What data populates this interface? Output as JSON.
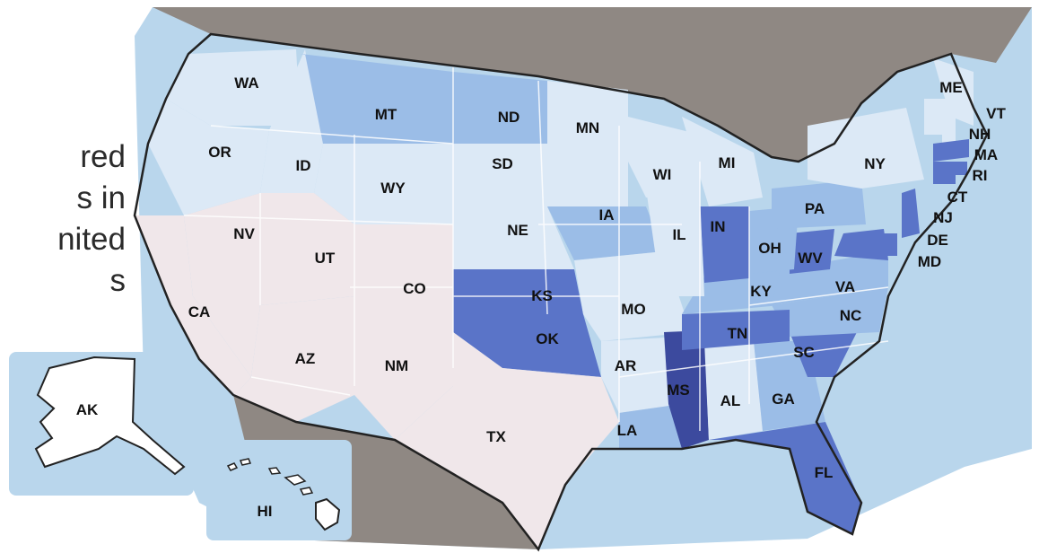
{
  "side_text": [
    "red",
    "s in",
    "nited",
    "s"
  ],
  "colors": {
    "water": "#b9d6ec",
    "land": "#8f8883",
    "very_light": "#f0e7ea",
    "light": "#dce9f6",
    "medium": "#9bbde7",
    "dark": "#5a74c8",
    "very_dark": "#3c4a9e",
    "state_border": "#ffffff"
  },
  "states": [
    {
      "abbr": "WA",
      "tone": "light"
    },
    {
      "abbr": "OR",
      "tone": "light"
    },
    {
      "abbr": "CA",
      "tone": "very_light"
    },
    {
      "abbr": "NV",
      "tone": "very_light"
    },
    {
      "abbr": "ID",
      "tone": "light"
    },
    {
      "abbr": "MT",
      "tone": "medium"
    },
    {
      "abbr": "WY",
      "tone": "light"
    },
    {
      "abbr": "UT",
      "tone": "very_light"
    },
    {
      "abbr": "AZ",
      "tone": "very_light"
    },
    {
      "abbr": "CO",
      "tone": "very_light"
    },
    {
      "abbr": "NM",
      "tone": "very_light"
    },
    {
      "abbr": "ND",
      "tone": "medium"
    },
    {
      "abbr": "SD",
      "tone": "light"
    },
    {
      "abbr": "NE",
      "tone": "light"
    },
    {
      "abbr": "KS",
      "tone": "dark"
    },
    {
      "abbr": "OK",
      "tone": "dark"
    },
    {
      "abbr": "TX",
      "tone": "very_light"
    },
    {
      "abbr": "MN",
      "tone": "light"
    },
    {
      "abbr": "IA",
      "tone": "medium"
    },
    {
      "abbr": "MO",
      "tone": "light"
    },
    {
      "abbr": "AR",
      "tone": "light"
    },
    {
      "abbr": "LA",
      "tone": "medium"
    },
    {
      "abbr": "MS",
      "tone": "very_dark"
    },
    {
      "abbr": "AL",
      "tone": "light"
    },
    {
      "abbr": "GA",
      "tone": "medium"
    },
    {
      "abbr": "FL",
      "tone": "dark"
    },
    {
      "abbr": "SC",
      "tone": "dark"
    },
    {
      "abbr": "NC",
      "tone": "medium"
    },
    {
      "abbr": "TN",
      "tone": "dark"
    },
    {
      "abbr": "KY",
      "tone": "medium"
    },
    {
      "abbr": "VA",
      "tone": "medium"
    },
    {
      "abbr": "WV",
      "tone": "dark"
    },
    {
      "abbr": "OH",
      "tone": "medium"
    },
    {
      "abbr": "IN",
      "tone": "dark"
    },
    {
      "abbr": "IL",
      "tone": "light"
    },
    {
      "abbr": "WI",
      "tone": "light"
    },
    {
      "abbr": "MI",
      "tone": "light"
    },
    {
      "abbr": "PA",
      "tone": "medium"
    },
    {
      "abbr": "NY",
      "tone": "light"
    },
    {
      "abbr": "VT",
      "tone": "light"
    },
    {
      "abbr": "NH",
      "tone": "light"
    },
    {
      "abbr": "ME",
      "tone": "light"
    },
    {
      "abbr": "MA",
      "tone": "dark"
    },
    {
      "abbr": "RI",
      "tone": "dark"
    },
    {
      "abbr": "CT",
      "tone": "dark"
    },
    {
      "abbr": "NJ",
      "tone": "dark"
    },
    {
      "abbr": "DE",
      "tone": "dark"
    },
    {
      "abbr": "MD",
      "tone": "dark"
    }
  ],
  "insets": [
    {
      "abbr": "AK"
    },
    {
      "abbr": "HI"
    }
  ]
}
